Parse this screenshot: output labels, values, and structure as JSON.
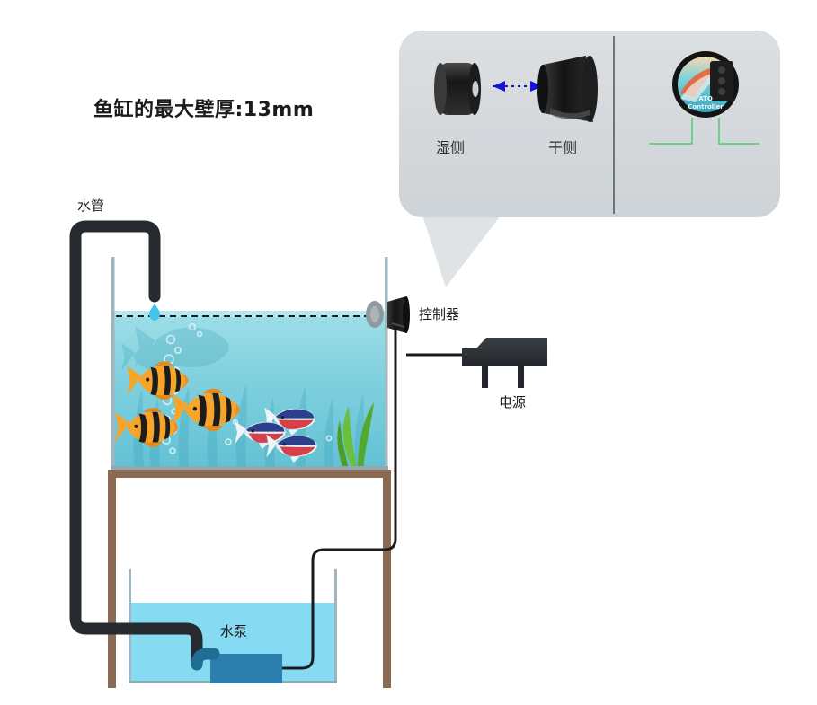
{
  "diagram": {
    "title_note": "鱼缸的最大壁厚:13mm",
    "labels": {
      "water_pipe": "水管",
      "controller": "控制器",
      "power": "电源",
      "pump": "水泵",
      "wet_side": "湿侧",
      "dry_side": "干侧"
    },
    "callout": {
      "badge_line1": "ATO",
      "badge_line2": "Controller"
    },
    "colors": {
      "tank_water_top": "#8fd8e4",
      "tank_water_bottom": "#6fc7d8",
      "reservoir_water": "#86daf2",
      "pump_body": "#2a7fad",
      "hose": "#262a2e",
      "stand": "#8a6a53",
      "panel_bg": "#d9dde0",
      "arrow_blue": "#1414d2",
      "fish_orange": "#f5a623",
      "fish_blue": "#2b3f8c",
      "fish_red": "#d6404a",
      "plant_green": "#56a832",
      "glass": "#9fb6bf",
      "drop": "#3fc6e8"
    }
  }
}
